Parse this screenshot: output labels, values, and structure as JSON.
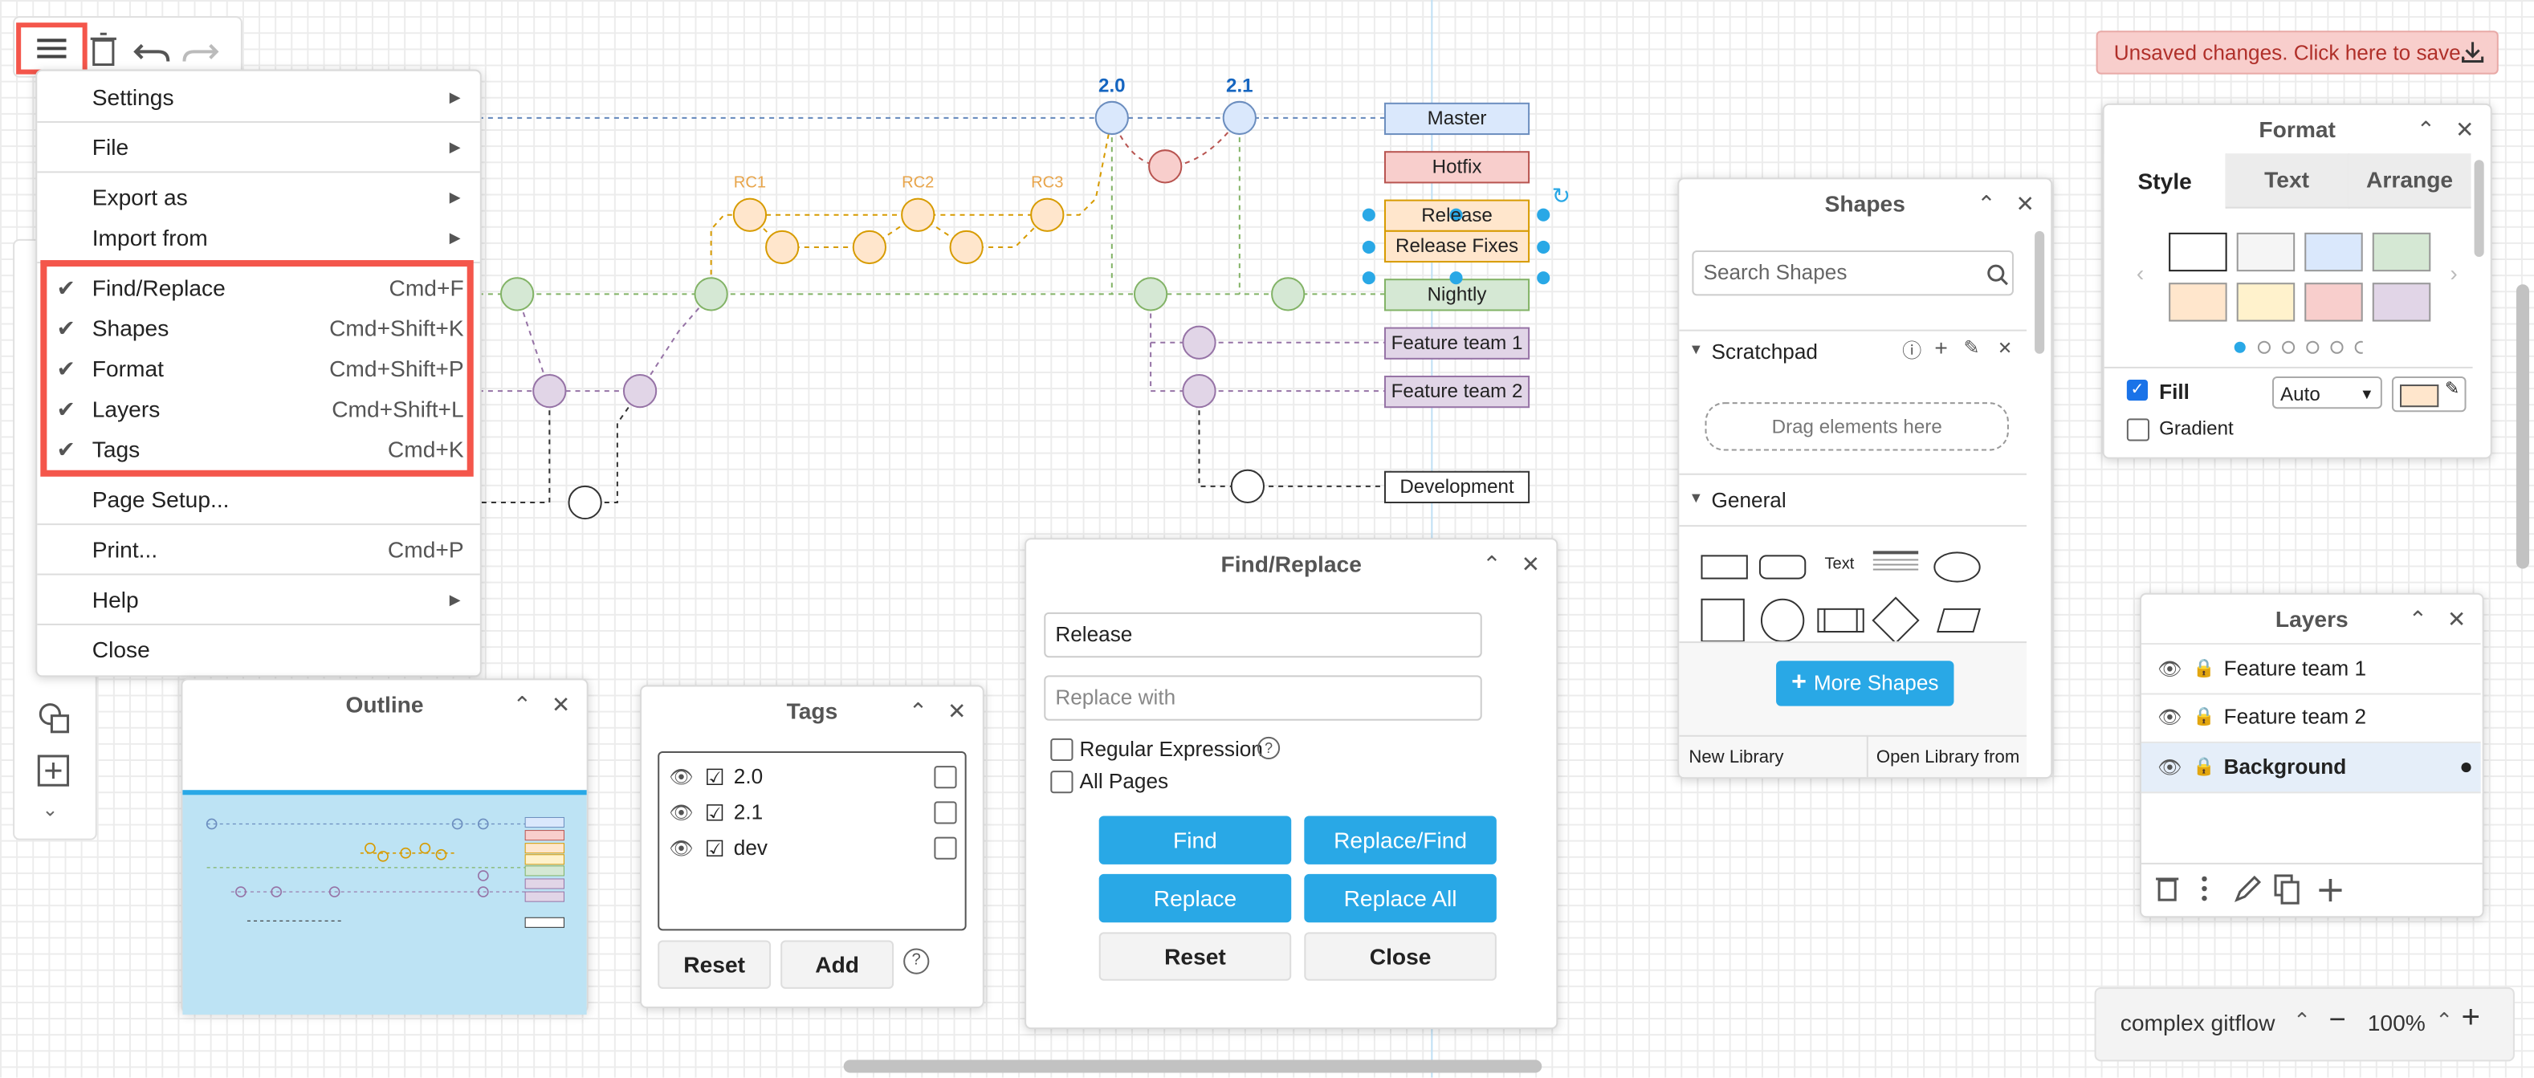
{
  "toolbar": {
    "menu_icon": "hamburger-icon",
    "delete_icon": "trash-icon",
    "undo_icon": "undo-icon",
    "redo_icon": "redo-icon"
  },
  "save_banner": {
    "label": "Unsaved changes. Click here to save.",
    "icon": "download-icon"
  },
  "menu": {
    "settings": "Settings",
    "file": "File",
    "export_as": "Export as",
    "import_from": "Import from",
    "find_replace": {
      "label": "Find/Replace",
      "shortcut": "Cmd+F"
    },
    "shapes": {
      "label": "Shapes",
      "shortcut": "Cmd+Shift+K"
    },
    "format": {
      "label": "Format",
      "shortcut": "Cmd+Shift+P"
    },
    "layers": {
      "label": "Layers",
      "shortcut": "Cmd+Shift+L"
    },
    "tags": {
      "label": "Tags",
      "shortcut": "Cmd+K"
    },
    "page_setup": "Page Setup...",
    "print": {
      "label": "Print...",
      "shortcut": "Cmd+P"
    },
    "help": "Help",
    "close": "Close"
  },
  "diagram": {
    "version_labels": [
      "2.0",
      "2.1"
    ],
    "rc_labels": [
      "RC1",
      "RC2",
      "RC3"
    ],
    "branches": [
      "Master",
      "Hotfix",
      "Release",
      "Release Fixes",
      "Nightly",
      "Feature team 1",
      "Feature team 2",
      "Development"
    ]
  },
  "outline": {
    "title": "Outline"
  },
  "tags": {
    "title": "Tags",
    "items": [
      "2.0",
      "2.1",
      "dev"
    ],
    "reset": "Reset",
    "add": "Add"
  },
  "find_replace": {
    "title": "Find/Replace",
    "find_value": "Release",
    "replace_placeholder": "Replace with",
    "regex_label": "Regular Expression",
    "all_pages_label": "All Pages",
    "find": "Find",
    "replace_find": "Replace/Find",
    "replace": "Replace",
    "replace_all": "Replace All",
    "reset": "Reset",
    "close": "Close"
  },
  "shapes": {
    "title": "Shapes",
    "search_placeholder": "Search Shapes",
    "scratchpad": "Scratchpad",
    "drag_hint": "Drag elements here",
    "general": "General",
    "text_shape": "Text",
    "heading_shape": "Heading",
    "more_shapes": "More Shapes",
    "new_library": "New Library",
    "open_library": "Open Library from"
  },
  "format": {
    "title": "Format",
    "tabs": [
      "Style",
      "Text",
      "Arrange"
    ],
    "fill_label": "Fill",
    "fill_value": "Auto",
    "gradient_label": "Gradient",
    "swatches": [
      "#ffffff",
      "#f5f5f5",
      "#dae8fc",
      "#d5e8d4",
      "#ffe6cc",
      "#fff2cc",
      "#f8cecc",
      "#e1d5e7"
    ],
    "fill_color": "#ffe6cc"
  },
  "layers": {
    "title": "Layers",
    "items": [
      "Feature team 1",
      "Feature team 2",
      "Background"
    ]
  },
  "footer": {
    "page_name": "complex gitflow",
    "zoom": "100%"
  },
  "colors": {
    "accent": "#29a8e6",
    "highlight": "#f4564b",
    "master": "#dae8fc",
    "hotfix": "#f8cecc",
    "release": "#ffe6cc",
    "nightly": "#d5e8d4",
    "feature": "#e1d5e7"
  }
}
